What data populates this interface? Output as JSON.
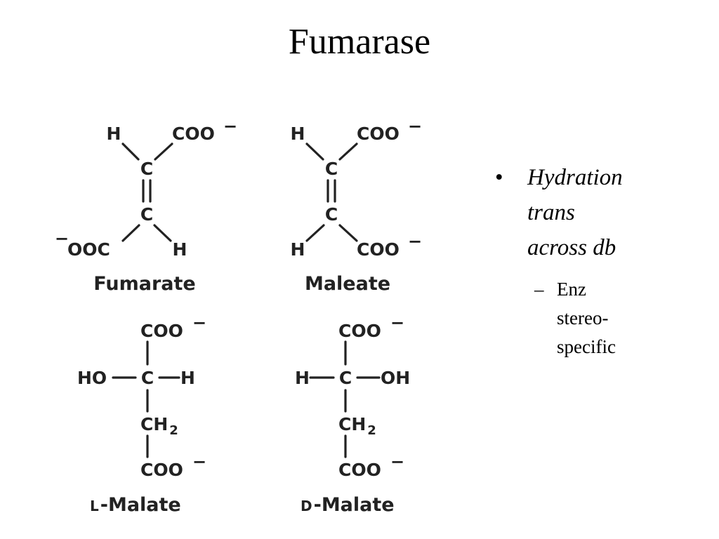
{
  "slide": {
    "title": "Fumarase"
  },
  "structures": {
    "fumarate": {
      "name": "Fumarate",
      "top_left": "H",
      "top_right": "COO",
      "top_right_charge": "−",
      "upper_c": "C",
      "lower_c": "C",
      "bottom_left": "OOC",
      "bottom_left_charge": "−",
      "bottom_right": "H"
    },
    "maleate": {
      "name": "Maleate",
      "top_left": "H",
      "top_right": "COO",
      "top_right_charge": "−",
      "upper_c": "C",
      "lower_c": "C",
      "bottom_left": "H",
      "bottom_right": "COO",
      "bottom_right_charge": "−"
    },
    "l_malate": {
      "prefix": "L",
      "name": "-Malate",
      "top": "COO",
      "top_charge": "−",
      "left": "HO",
      "center": "C",
      "right": "H",
      "ch2_c": "CH",
      "ch2_sub": "2",
      "bottom": "COO",
      "bottom_charge": "−"
    },
    "d_malate": {
      "prefix": "D",
      "name": "-Malate",
      "top": "COO",
      "top_charge": "−",
      "left": "H",
      "center": "C",
      "right": "OH",
      "ch2_c": "CH",
      "ch2_sub": "2",
      "bottom": "COO",
      "bottom_charge": "−"
    }
  },
  "bullets": {
    "marker": "•",
    "item1_lines": [
      "Hydration",
      "trans",
      "across db"
    ],
    "sub_marker": "–",
    "sub1_lines": [
      "Enz",
      "stereo-",
      "specific"
    ]
  }
}
